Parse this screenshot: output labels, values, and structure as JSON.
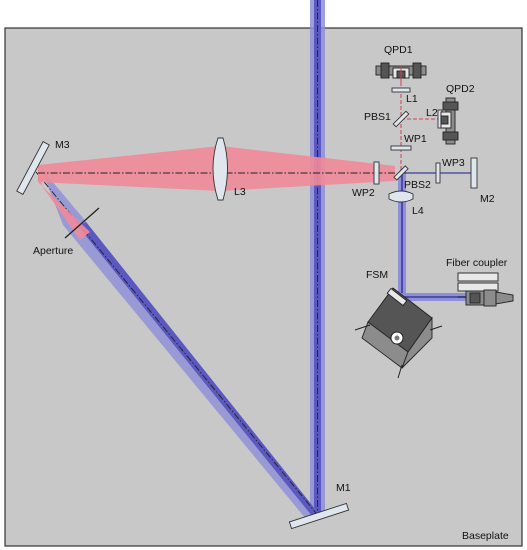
{
  "labels": {
    "qpd1": "QPD1",
    "qpd2": "QPD2",
    "l1": "L1",
    "l2": "L2",
    "pbs1": "PBS1",
    "wp1": "WP1",
    "m3": "M3",
    "l3": "L3",
    "wp2": "WP2",
    "pbs2": "PBS2",
    "wp3": "WP3",
    "m2": "M2",
    "l4": "L4",
    "aperture": "Aperture",
    "fsm": "FSM",
    "fiber_coupler": "Fiber coupler",
    "m1": "M1",
    "baseplate": "Baseplate"
  },
  "colors": {
    "baseplate": "#c8c8c8",
    "red_beam": "#f08a98",
    "blue_beam_outer": "#8d8fd8",
    "blue_beam_core": "#4a47b0"
  }
}
